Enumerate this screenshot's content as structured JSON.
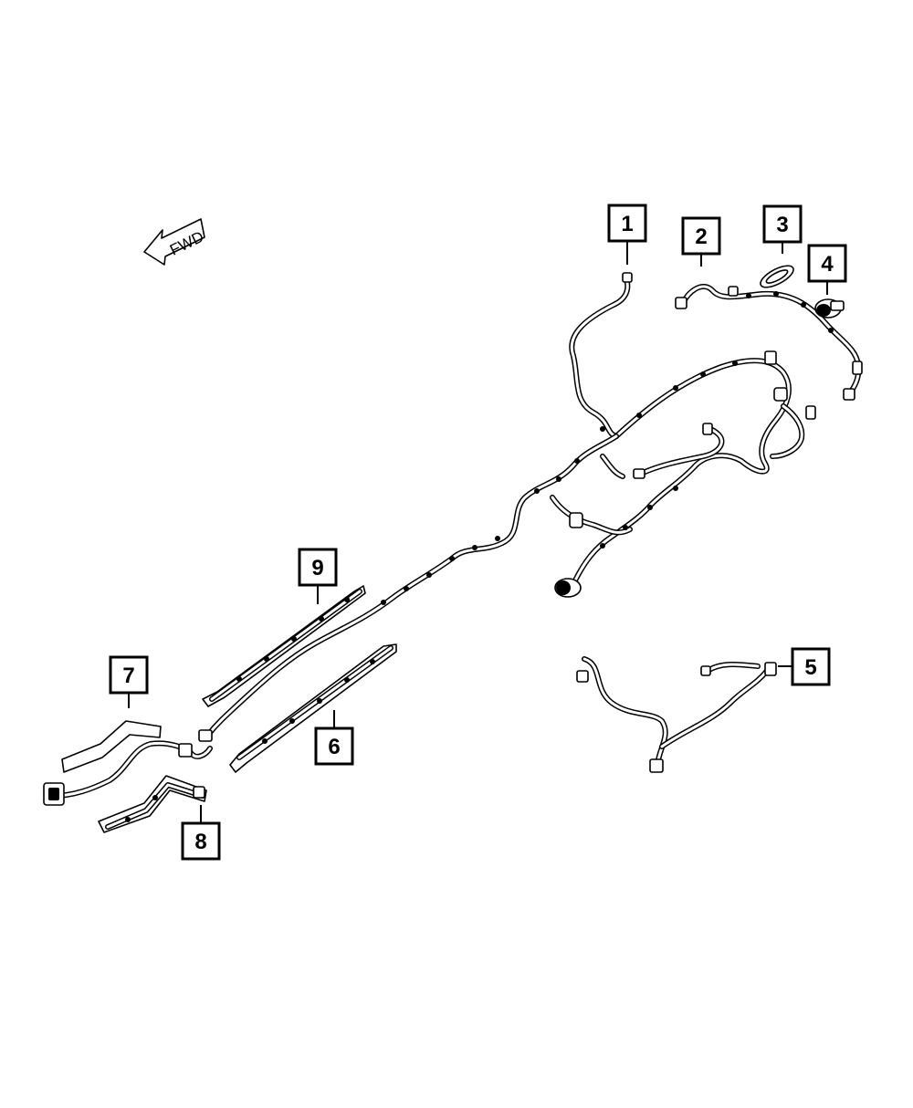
{
  "fwd_indicator": {
    "label": "FWD",
    "icon": "arrow-left-icon"
  },
  "callouts": [
    {
      "id": "1",
      "label": "1"
    },
    {
      "id": "2",
      "label": "2"
    },
    {
      "id": "3",
      "label": "3"
    },
    {
      "id": "4",
      "label": "4"
    },
    {
      "id": "5",
      "label": "5"
    },
    {
      "id": "6",
      "label": "6"
    },
    {
      "id": "7",
      "label": "7"
    },
    {
      "id": "8",
      "label": "8"
    },
    {
      "id": "9",
      "label": "9"
    }
  ],
  "colors": {
    "line": "#000000",
    "background": "#ffffff"
  }
}
